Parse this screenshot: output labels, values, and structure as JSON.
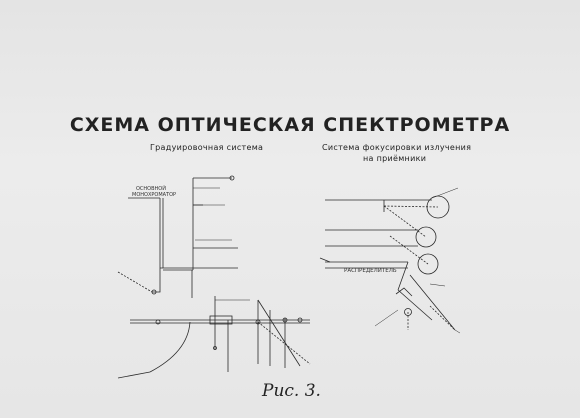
{
  "title": "СХЕМА ОПТИЧЕСКАЯ СПЕКТРОМЕТРА",
  "left_heading": "Градуировочная система",
  "right_heading_line1": "Система фокусировки излучения",
  "right_heading_line2": "на приёмники",
  "label_main_mono_1": "ОСНОВНОЙ",
  "label_main_mono_2": "МОНОХРОМАТОР",
  "label_radiation_receiver": "РАСПРЕДЕЛИТЕЛЬ",
  "figure_caption": "Рис. 3."
}
